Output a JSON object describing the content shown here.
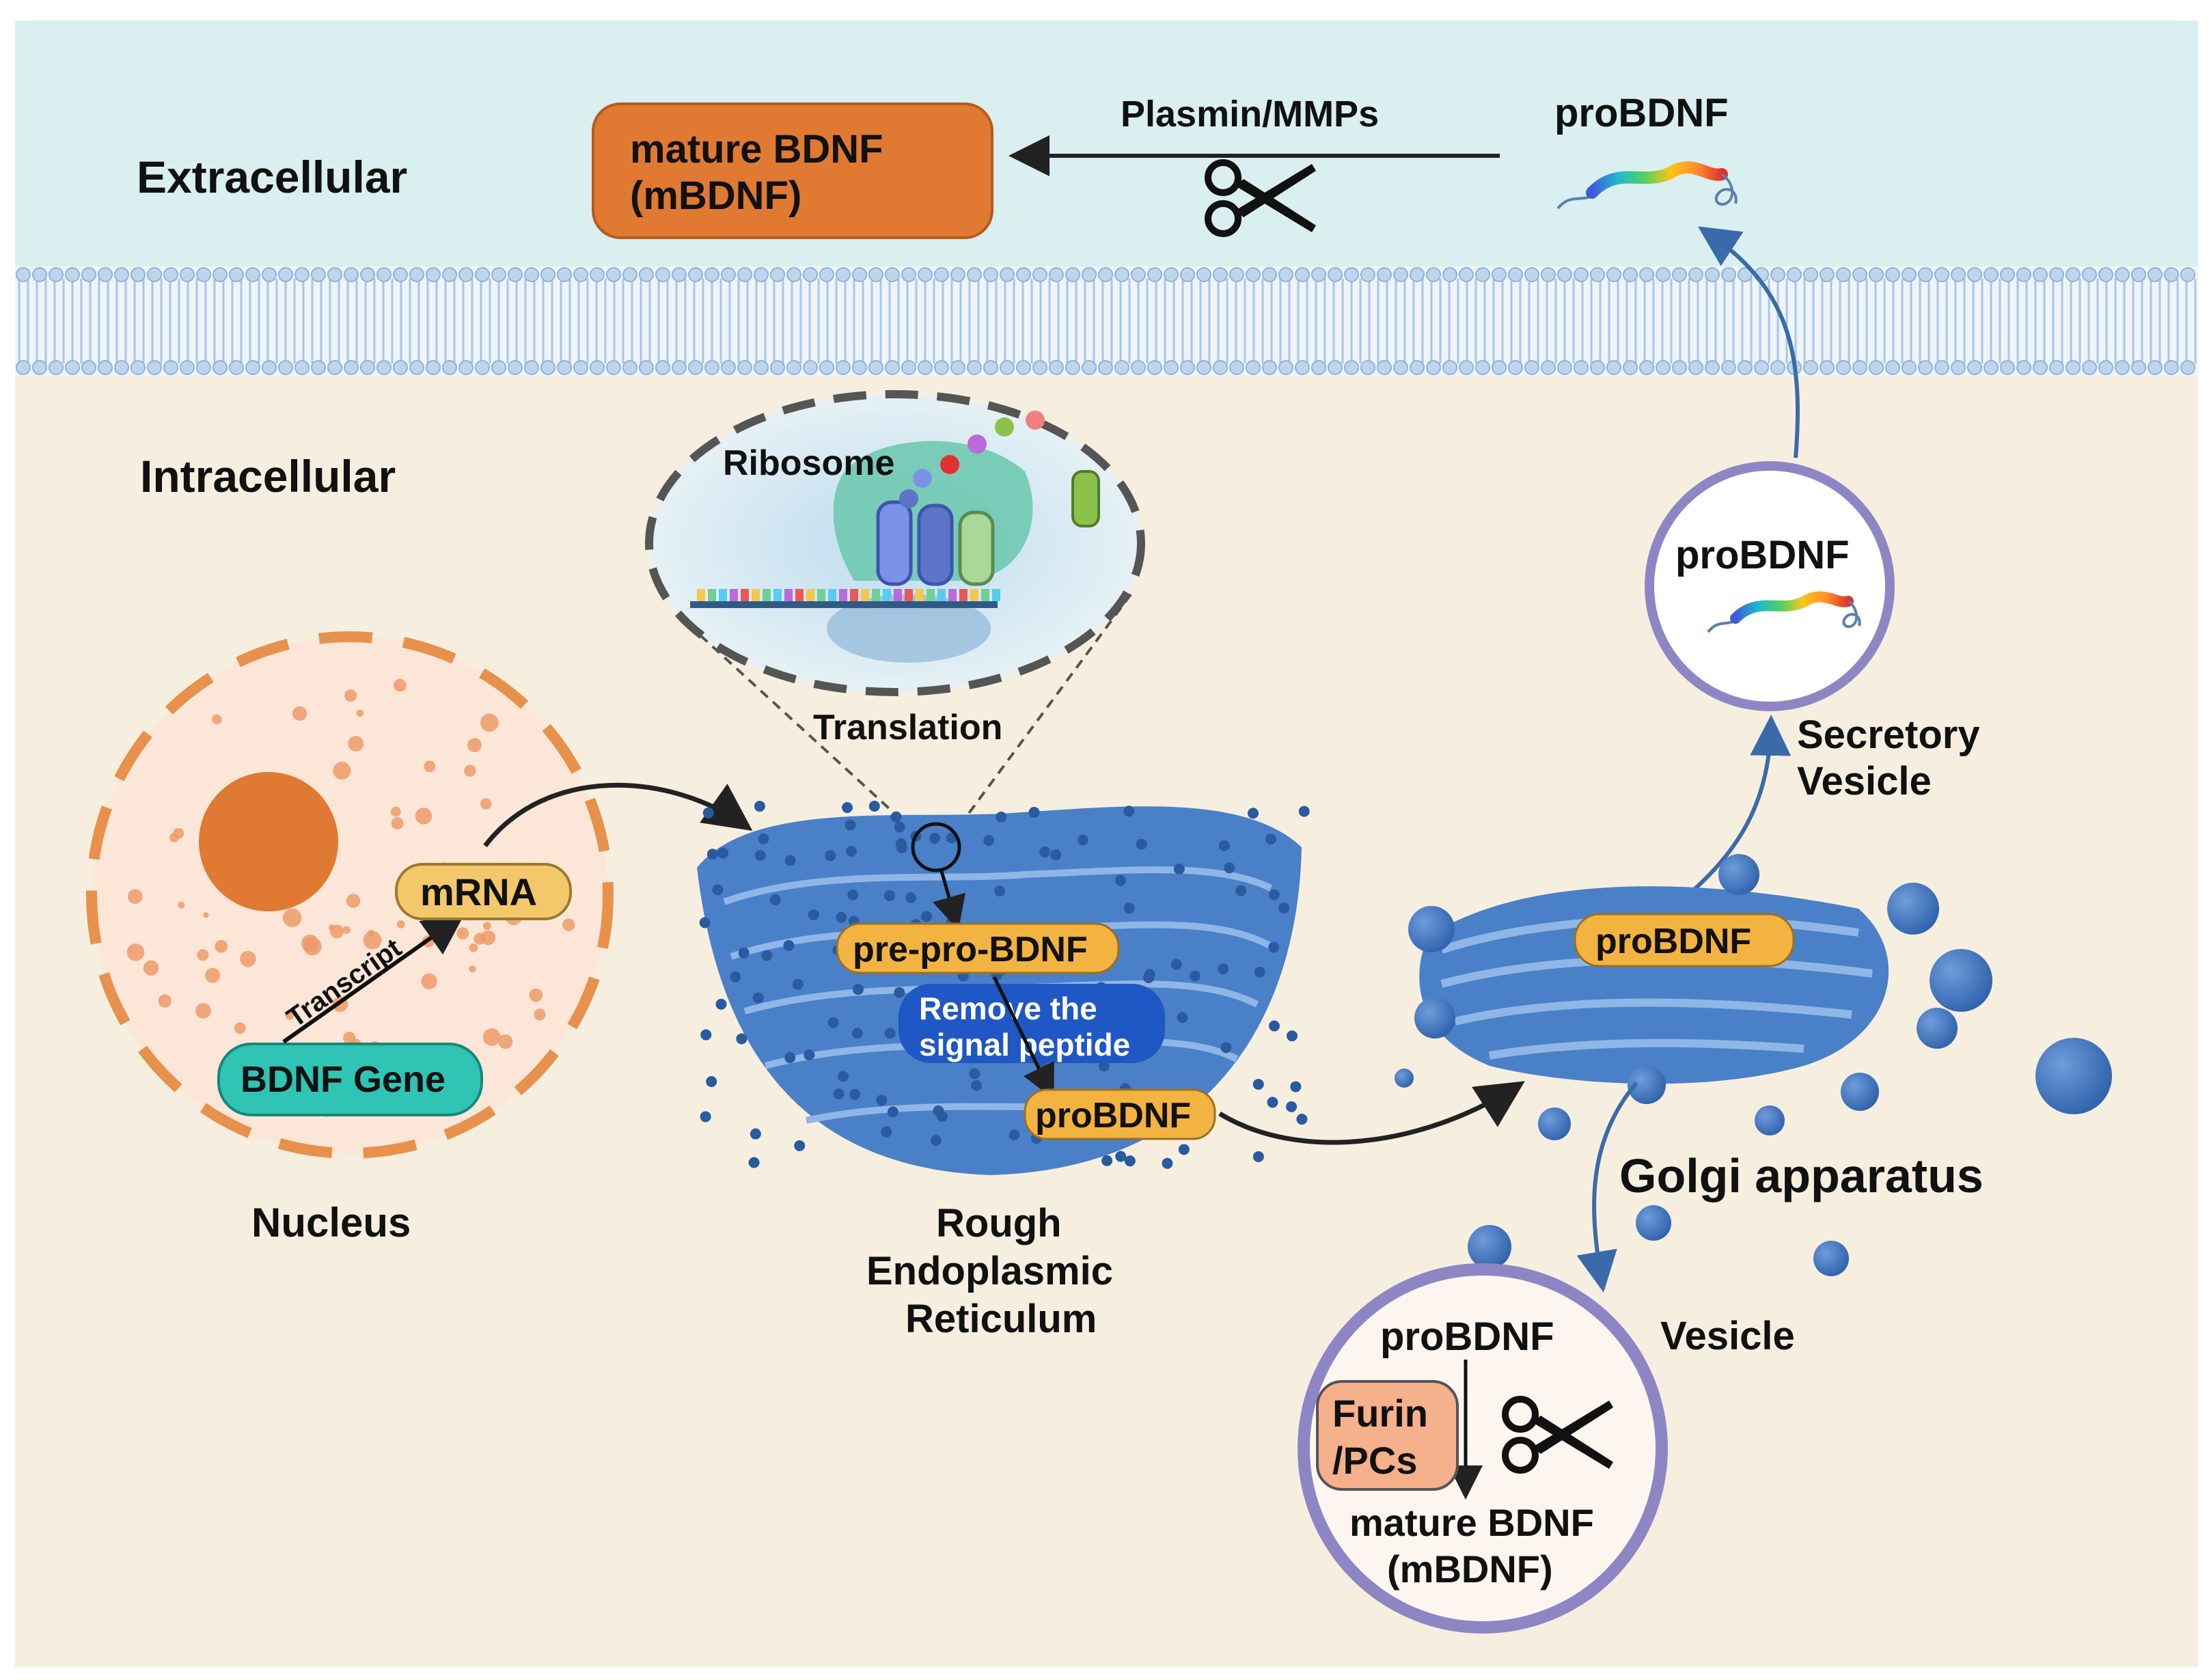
{
  "regions": {
    "extracellular": "Extracellular",
    "intracellular": "Intracellular"
  },
  "extracellular": {
    "mature_line1": "mature BDNF",
    "mature_line2": "(mBDNF)",
    "enzyme": "Plasmin/MMPs",
    "probdnf": "proBDNF"
  },
  "nucleus": {
    "label": "Nucleus",
    "gene": "BDNF Gene",
    "mrna": "mRNA",
    "transcript": "Transcript"
  },
  "ribosome": {
    "label": "Ribosome",
    "translation": "Translation"
  },
  "rer": {
    "pre_pro": "pre-pro-BDNF",
    "remove_line1": "Remove the",
    "remove_line2": "signal peptide",
    "probdnf": "proBDNF",
    "label_line1": "Rough",
    "label_line2": "Endoplasmic",
    "label_line3": "Reticulum"
  },
  "golgi": {
    "probdnf": "proBDNF",
    "label": "Golgi apparatus"
  },
  "secretory_vesicle": {
    "probdnf": "proBDNF",
    "label_line1": "Secretory",
    "label_line2": "Vesicle"
  },
  "vesicle": {
    "label": "Vesicle",
    "probdnf": "proBDNF",
    "furin_line1": "Furin",
    "furin_line2": "/PCs",
    "mature_line1": "mature BDNF",
    "mature_line2": "(mBDNF)"
  },
  "colors": {
    "extracellular_bg": "#d9eff0",
    "intracellular_bg": "#f6efe0",
    "membrane": "#a9c6e4",
    "mature_box": "#e07a32",
    "label_pill": "#f3b341",
    "gene_pill": "#2fc4b4",
    "organelle": "#4a80c8",
    "nucleus_outline": "#e8914c",
    "vesicle_outline": "#8e86c4"
  }
}
